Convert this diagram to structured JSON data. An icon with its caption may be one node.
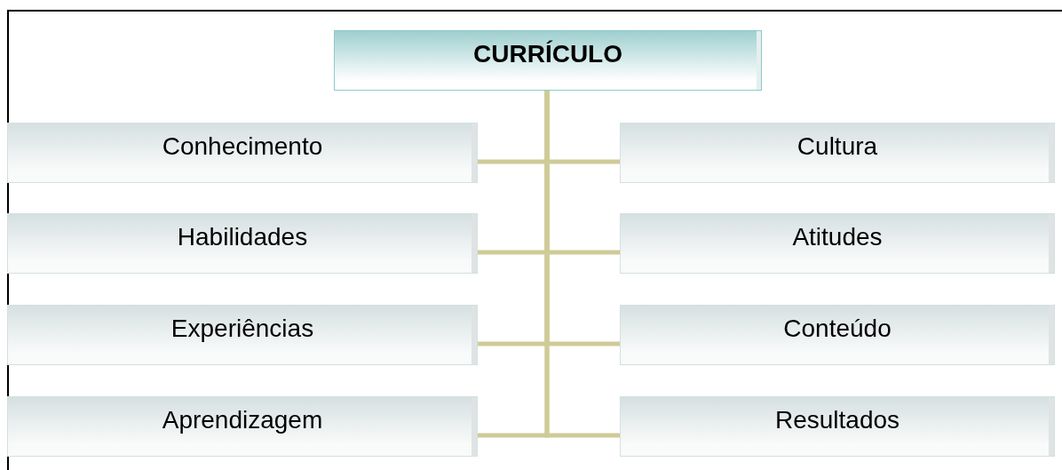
{
  "diagram": {
    "nodes": [
      {
        "text": [
          "CURRÍCULO"
        ]
      },
      {
        "text": [
          "Conhecimento"
        ]
      },
      {
        "text": [
          "Cultura"
        ]
      },
      {
        "text": [
          "Habilidades"
        ]
      },
      {
        "text": [
          "Atitudes"
        ]
      },
      {
        "text": [
          "Experiências"
        ]
      },
      {
        "text": [
          "Conteúdo"
        ]
      },
      {
        "text": [
          "Aprendizagem"
        ]
      },
      {
        "text": [
          "Resultados"
        ]
      }
    ],
    "edges": [
      {
        "from": 0,
        "to": 1,
        "arrow": "none"
      },
      {
        "from": 0,
        "to": 2,
        "arrow": "none"
      },
      {
        "from": 0,
        "to": 3,
        "arrow": "none"
      },
      {
        "from": 0,
        "to": 4,
        "arrow": "none"
      },
      {
        "from": 0,
        "to": 5,
        "arrow": "none"
      },
      {
        "from": 0,
        "to": 6,
        "arrow": "none"
      },
      {
        "from": 0,
        "to": 7,
        "arrow": "none"
      },
      {
        "from": 0,
        "to": 8,
        "arrow": "none"
      }
    ]
  }
}
